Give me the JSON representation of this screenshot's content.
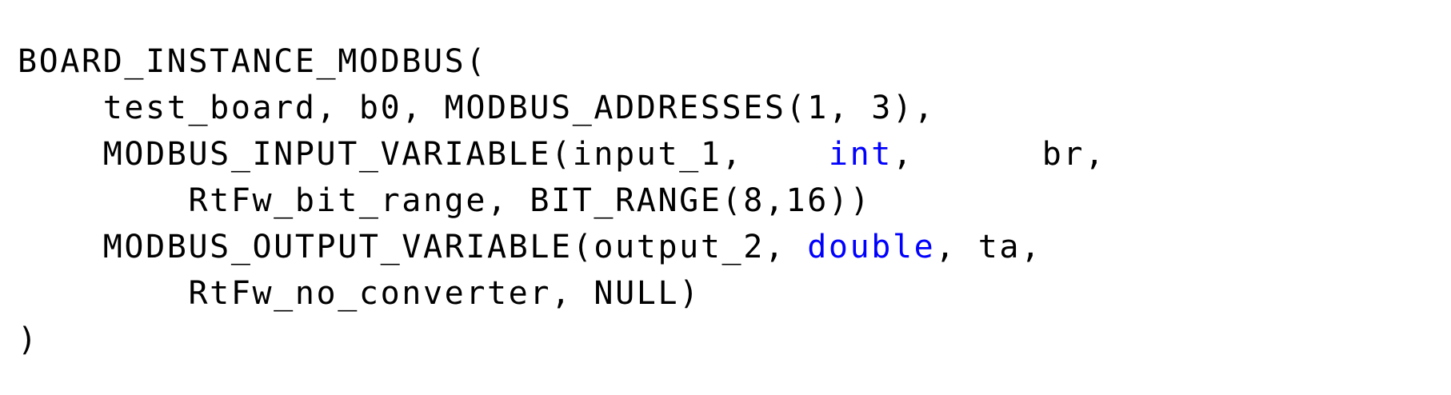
{
  "listing": {
    "language": "c",
    "background_color": "#ffffff",
    "text_color": "#000000",
    "keyword_color": "#0000ff",
    "lines": [
      {
        "index": 1,
        "indent": "",
        "segments": [
          {
            "kind": "plain",
            "text": "BOARD_INSTANCE_MODBUS("
          }
        ]
      },
      {
        "index": 2,
        "indent": "    ",
        "segments": [
          {
            "kind": "plain",
            "text": "    test_board, b0, MODBUS_ADDRESSES(1, 3),"
          }
        ]
      },
      {
        "index": 3,
        "indent": "    ",
        "segments": [
          {
            "kind": "plain",
            "text": "    MODBUS_INPUT_VARIABLE(input_1,    "
          },
          {
            "kind": "keyword",
            "text": "int"
          },
          {
            "kind": "plain",
            "text": ",      br,"
          }
        ]
      },
      {
        "index": 4,
        "indent": "        ",
        "segments": [
          {
            "kind": "plain",
            "text": "        RtFw_bit_range, BIT_RANGE(8,16))"
          }
        ]
      },
      {
        "index": 5,
        "indent": "    ",
        "segments": [
          {
            "kind": "plain",
            "text": "    MODBUS_OUTPUT_VARIABLE(output_2, "
          },
          {
            "kind": "keyword",
            "text": "double"
          },
          {
            "kind": "plain",
            "text": ", ta,"
          }
        ]
      },
      {
        "index": 6,
        "indent": "        ",
        "segments": [
          {
            "kind": "plain",
            "text": "        RtFw_no_converter, NULL)"
          }
        ]
      },
      {
        "index": 7,
        "indent": "",
        "segments": [
          {
            "kind": "plain",
            "text": ")"
          }
        ]
      }
    ]
  }
}
